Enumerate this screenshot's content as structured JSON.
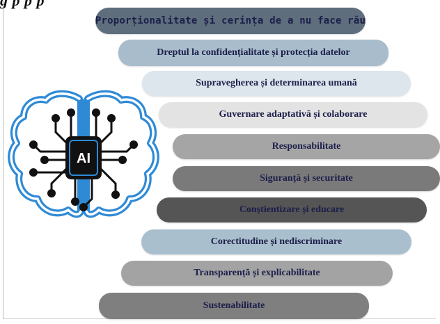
{
  "heading_fragment": "g  p  p  p",
  "brain_logo": {
    "label": "AI",
    "icon": "brain-chip-icon",
    "stroke_color": "#2f8ad6",
    "chip_color": "#111111"
  },
  "principles": [
    {
      "label": "Proporționalitate și cerința de a nu face rău",
      "color": "#5e6e7d"
    },
    {
      "label": "Dreptul la confidențialitate și protecția datelor",
      "color": "#a8bccb"
    },
    {
      "label": "Supravegherea și determinarea umană",
      "color": "#dde6ed"
    },
    {
      "label": "Guvernare adaptativă și colaborare",
      "color": "#e3e3e3"
    },
    {
      "label": "Responsabilitate",
      "color": "#a5a5a5"
    },
    {
      "label": "Siguranță și securitate",
      "color": "#7a7a7a"
    },
    {
      "label": "Conștientizare și educare",
      "color": "#555555"
    },
    {
      "label": "Corectitudine și nediscriminare",
      "color": "#aabfcd"
    },
    {
      "label": "Transparență și explicabilitate",
      "color": "#a3a3a3"
    },
    {
      "label": "Sustenabilitate",
      "color": "#7f7f7f"
    }
  ]
}
